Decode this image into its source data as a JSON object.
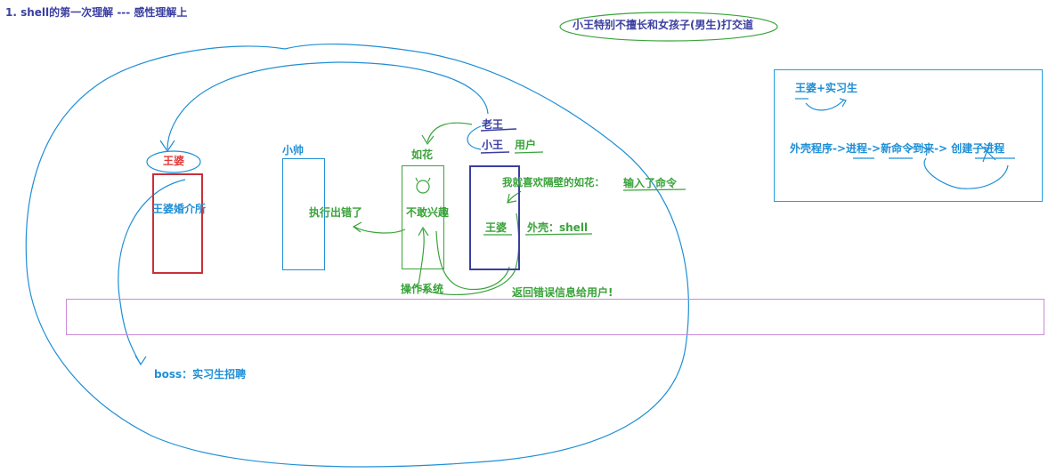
{
  "heading": "1. shell的第一次理解 --- 感性理解上",
  "top_note": "小王特别不擅长和女孩子(男生)打交道",
  "characters": {
    "wangpo_top": "王婆",
    "wangpo_agency": "王婆婚介所",
    "xiaoshuai": "小帅",
    "ruhua": "如花",
    "laowang": "老王",
    "xiaowang": "小王",
    "user": "用户",
    "wangpo_shell": "王婆"
  },
  "messages": {
    "error": "执行出错了",
    "not_interested": "不敢兴趣",
    "like_ruhua": "我就喜欢隔壁的如花：",
    "input_cmd": "输入了命令",
    "shell_label": "外壳：shell",
    "os": "操作系统",
    "return_error": "返回错误信息给用户!",
    "boss": "boss：实习生招聘"
  },
  "right_panel": {
    "title": "王婆+实习生",
    "flow": "外壳程序->进程->新命令到来-> 创建子进程"
  },
  "colors": {
    "blue": "#1f8fd6",
    "green": "#3aa33a",
    "red": "#e23b3b",
    "navy": "#3a3fa0",
    "pink_border": "#c98bd6",
    "red_box": "#c9303a"
  }
}
